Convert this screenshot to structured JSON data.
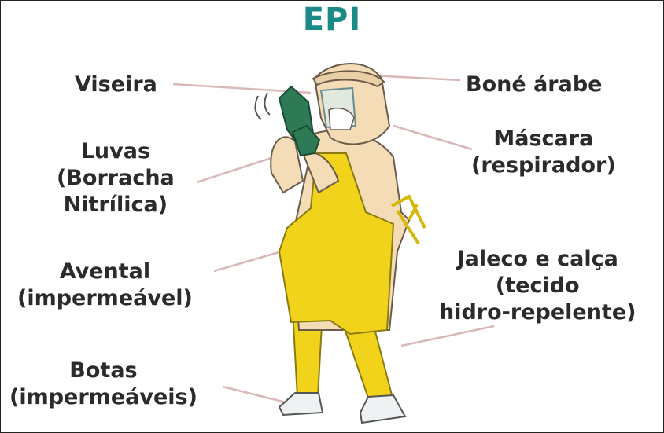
{
  "title": "EPI",
  "colors": {
    "title": "#1a8a86",
    "label": "#2b2b2b",
    "apron": "#f2d31c",
    "glove": "#2e7a55",
    "skin": "#f4dcb6",
    "boot": "#eef2f2",
    "leader_line": "#d9b7b7"
  },
  "labels": {
    "viseira": "Viseira",
    "bone": "Boné árabe",
    "luvas": [
      "Luvas",
      "(Borracha",
      "Nitrílica)"
    ],
    "mascara": [
      "Máscara",
      "(respirador)"
    ],
    "avental": [
      "Avental",
      "(impermeável)"
    ],
    "jaleco": [
      "Jaleco e calça",
      "(tecido",
      "hidro-repelente)"
    ],
    "botas": [
      "Botas",
      "(impermeáveis)"
    ]
  }
}
